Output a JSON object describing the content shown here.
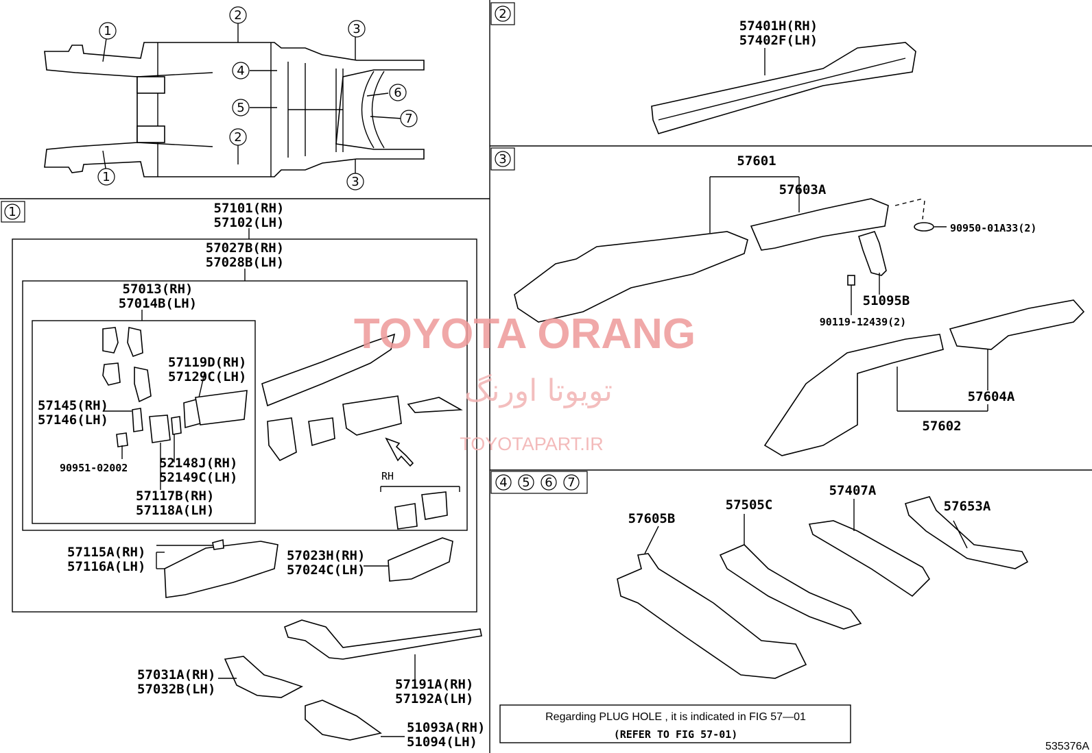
{
  "sections": {
    "s1": "1",
    "s2": "2",
    "s3": "3",
    "s4": [
      "4",
      "5",
      "6",
      "7"
    ]
  },
  "overview": {
    "callouts": [
      "1",
      "2",
      "3",
      "4",
      "5",
      "6",
      "7",
      "2",
      "1",
      "3"
    ]
  },
  "sec1": {
    "l57101": "57101(RH)",
    "l57102": "57102(LH)",
    "l57027": "57027B(RH)",
    "l57028": "57028B(LH)",
    "l57013": "57013(RH)",
    "l57014": "57014B(LH)",
    "l57119": "57119D(RH)",
    "l57129": "57129C(LH)",
    "l57145": "57145(RH)",
    "l57146": "57146(LH)",
    "l90951": "90951-02002",
    "l52148": "52148J(RH)",
    "l52149": "52149C(LH)",
    "l57117": "57117B(RH)",
    "l57118": "57118A(LH)",
    "rh": "RH",
    "l57115": "57115A(RH)",
    "l57116": "57116A(LH)",
    "l57023": "57023H(RH)",
    "l57024": "57024C(LH)",
    "l57031": "57031A(RH)",
    "l57032": "57032B(LH)",
    "l57191": "57191A(RH)",
    "l57192": "57192A(LH)",
    "l51093": "51093A(RH)",
    "l51094": "51094(LH)"
  },
  "sec2": {
    "l57401": "57401H(RH)",
    "l57402": "57402F(LH)"
  },
  "sec3": {
    "l57601": "57601",
    "l57603": "57603A",
    "l90950": "90950-01A33(2)",
    "l51095": "51095B",
    "l90119": "90119-12439(2)",
    "l57604": "57604A",
    "l57602": "57602"
  },
  "sec4": {
    "l57605": "57605B",
    "l57505": "57505C",
    "l57407": "57407A",
    "l57653": "57653A"
  },
  "note": {
    "line1": "Regarding  PLUG  HOLE , it is indicated in FIG  57—01",
    "line2": "(REFER TO FIG 57-01)"
  },
  "watermark": {
    "brand": "TOYOTA ORANG",
    "persian": "تویوتا اورنگ",
    "site": "TOYOTAPART.IR"
  },
  "figure_id": "535376A"
}
